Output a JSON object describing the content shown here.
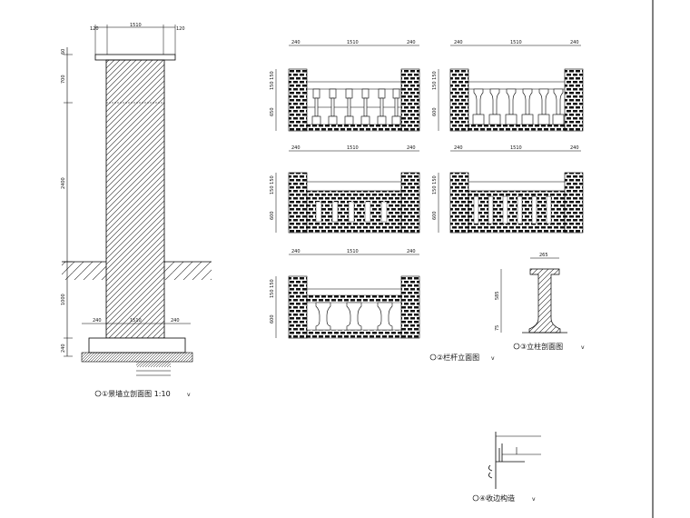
{
  "column_elevation": {
    "dims_top": [
      "120",
      "1510",
      "120"
    ],
    "dims_left": [
      "60",
      "700",
      "2400",
      "1000",
      "240"
    ],
    "dims_base": [
      "240",
      "1510",
      "240"
    ],
    "caption": "①景墙立剖面图 1:10",
    "caption_scale": "v"
  },
  "railing_elevations": {
    "dims_top": [
      "240",
      "1510",
      "240"
    ],
    "dims_side_a": [
      "150 150",
      "650"
    ],
    "dims_side_b": [
      "150 150",
      "600"
    ],
    "caption": "②栏杆立面图",
    "caption_scale": "v"
  },
  "post_section": {
    "dims_top": [
      "265"
    ],
    "dims_side": [
      "585",
      "75"
    ],
    "caption": "③立柱剖面图",
    "caption_scale": "v"
  },
  "detail": {
    "caption": "④收边构造",
    "caption_scale": "v"
  }
}
